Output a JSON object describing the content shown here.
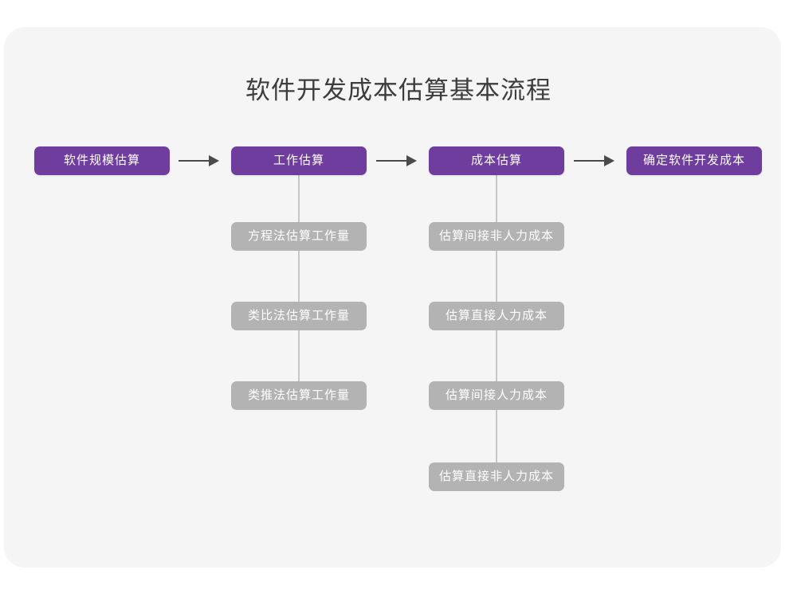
{
  "page": {
    "title": "软件开发成本估算基本流程",
    "background_color": "#ffffff",
    "card_color": "#f5f5f5"
  },
  "theme": {
    "stage_color": "#6f3d9e",
    "sub_color": "#b3b3b3",
    "connector_color": "#c7c7c7",
    "title_color": "#3d3d3d",
    "arrow_color": "#4a4a4a"
  },
  "flow": {
    "stages": [
      {
        "label": "软件规模估算",
        "substeps": []
      },
      {
        "label": "工作估算",
        "substeps": [
          "方程法估算工作量",
          "类比法估算工作量",
          "类推法估算工作量"
        ]
      },
      {
        "label": "成本估算",
        "substeps": [
          "估算间接非人力成本",
          "估算直接人力成本",
          "估算间接人力成本",
          "估算直接非人力成本"
        ]
      },
      {
        "label": "确定软件开发成本",
        "substeps": []
      }
    ],
    "arrows": [
      {
        "name": "arrow-stage-1-to-2",
        "glyph": "⟶"
      },
      {
        "name": "arrow-stage-2-to-3",
        "glyph": "⟶"
      },
      {
        "name": "arrow-stage-3-to-4",
        "glyph": "⟶"
      }
    ]
  }
}
